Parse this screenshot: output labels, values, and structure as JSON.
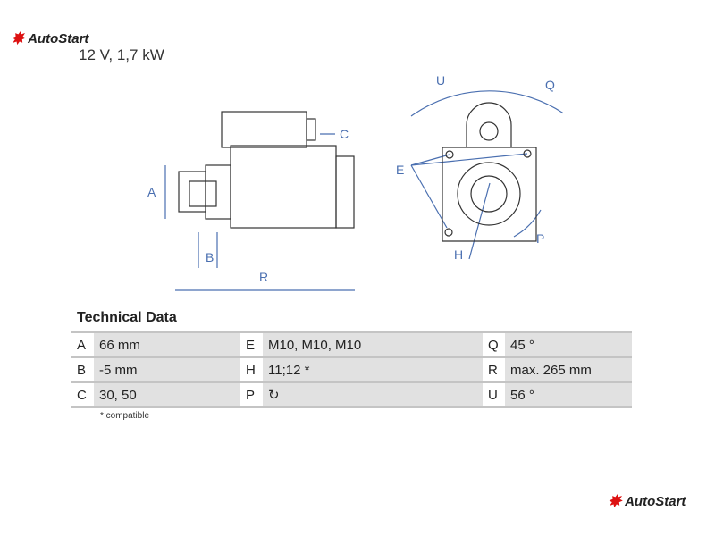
{
  "brand": "AutoStart",
  "subtitle": "12 V, 1,7 kW",
  "diagram_labels": {
    "A": "A",
    "B": "B",
    "C": "C",
    "R": "R",
    "E": "E",
    "H": "H",
    "P": "P",
    "Q": "Q",
    "U": "U"
  },
  "section_title": "Technical Data",
  "rows": [
    [
      {
        "k": "A",
        "v": "66 mm"
      },
      {
        "k": "E",
        "v": "M10, M10, M10"
      },
      {
        "k": "Q",
        "v": "45 °"
      }
    ],
    [
      {
        "k": "B",
        "v": "-5 mm"
      },
      {
        "k": "H",
        "v": "11;12 *"
      },
      {
        "k": "R",
        "v": "max. 265 mm"
      }
    ],
    [
      {
        "k": "C",
        "v": "30, 50"
      },
      {
        "k": "P",
        "v": ""
      },
      {
        "k": "U",
        "v": "56 °"
      }
    ]
  ],
  "footnote": "* compatible"
}
